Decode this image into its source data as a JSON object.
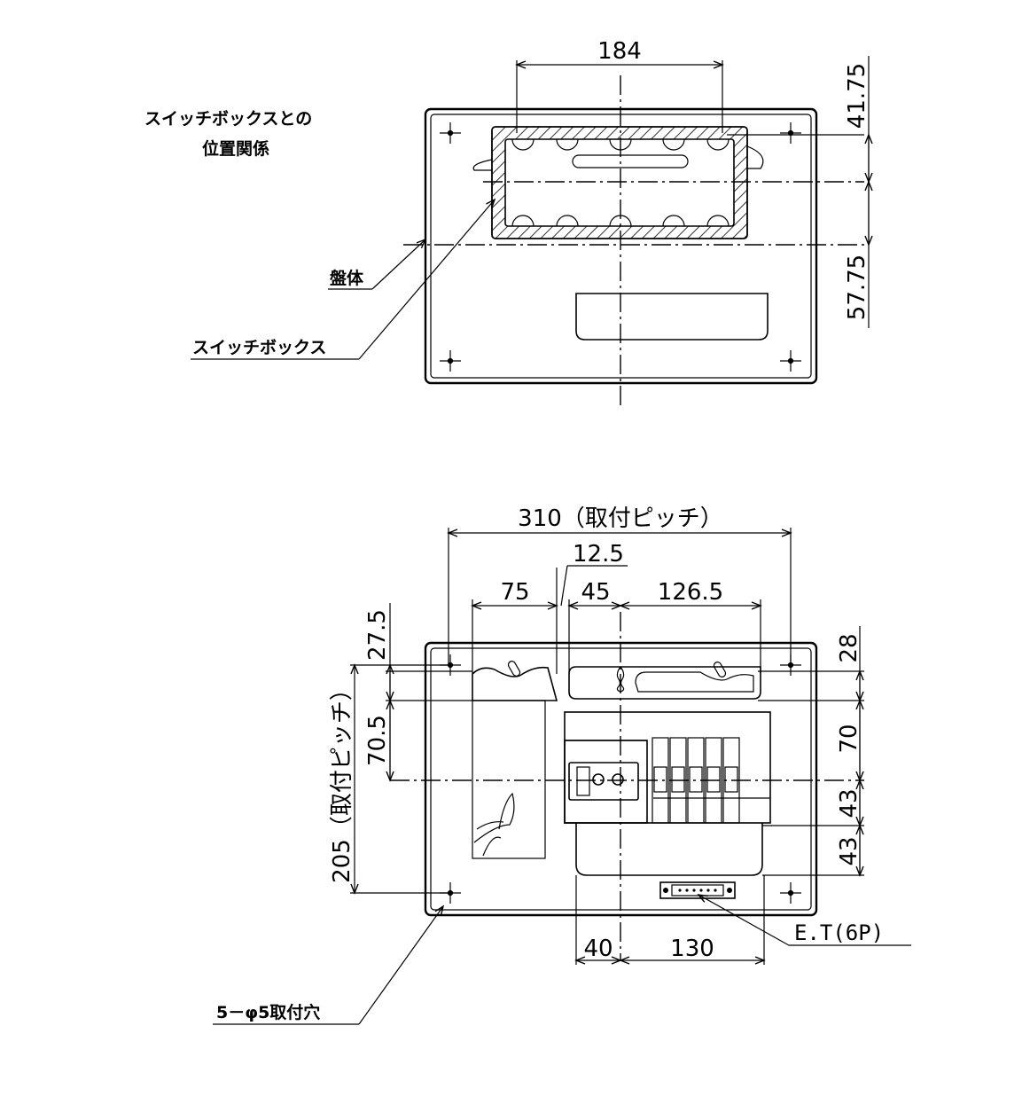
{
  "top_view": {
    "caption_line1": "スイッチボックスとの",
    "caption_line2": "位置関係",
    "dim_width": "184",
    "dim_right_top": "41.75",
    "dim_right_bottom": "57.75",
    "label_body": "盤体",
    "label_switchbox": "スイッチボックス"
  },
  "bottom_view": {
    "dim_pitch_h": "310（取付ピッチ）",
    "dim_12_5": "12.5",
    "dim_75": "75",
    "dim_45": "45",
    "dim_126_5": "126.5",
    "dim_27_5": "27.5",
    "dim_70_5": "70.5",
    "dim_pitch_v": "205（取付ピッチ）",
    "dim_28": "28",
    "dim_70": "70",
    "dim_43a": "43",
    "dim_43b": "43",
    "dim_40": "40",
    "dim_130": "130",
    "label_et": "E.T(6P)",
    "label_holes": "5－φ5取付穴"
  }
}
